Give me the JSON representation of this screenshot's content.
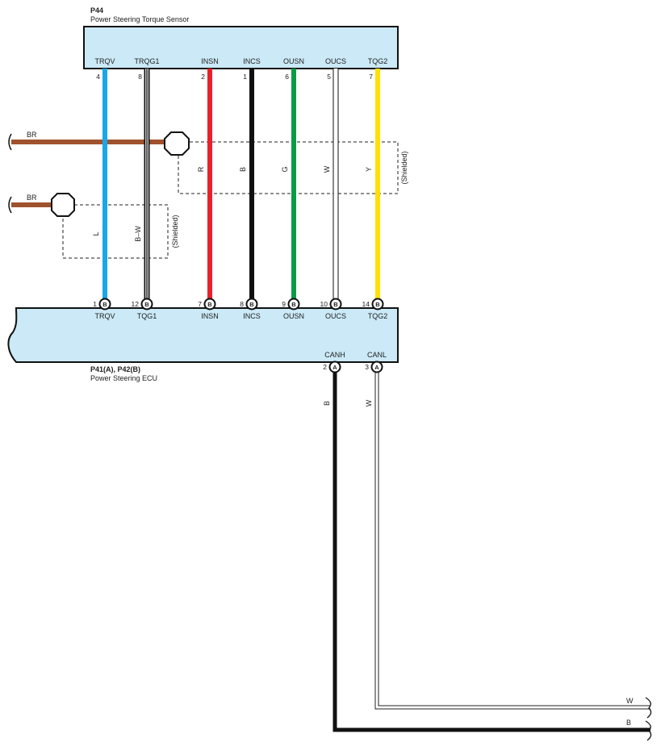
{
  "sensor": {
    "code": "P44",
    "name": "Power Steering Torque Sensor",
    "fill": "#cbe9f6",
    "terminals": [
      {
        "label": "TRQV",
        "pin": "4"
      },
      {
        "label": "TRQG1",
        "pin": "8"
      },
      {
        "label": "INSN",
        "pin": "2"
      },
      {
        "label": "INCS",
        "pin": "1"
      },
      {
        "label": "OUSN",
        "pin": "6"
      },
      {
        "label": "OUCS",
        "pin": "5"
      },
      {
        "label": "TQG2",
        "pin": "7"
      }
    ]
  },
  "ecu": {
    "code": "P41(A), P42(B)",
    "name": "Power Steering ECU",
    "fill": "#cbe9f6",
    "terminals": [
      {
        "label": "TRQV",
        "pin": "1",
        "conn": "B"
      },
      {
        "label": "TQG1",
        "pin": "12",
        "conn": "B"
      },
      {
        "label": "INSN",
        "pin": "7",
        "conn": "B"
      },
      {
        "label": "INCS",
        "pin": "8",
        "conn": "B"
      },
      {
        "label": "OUSN",
        "pin": "9",
        "conn": "B"
      },
      {
        "label": "OUCS",
        "pin": "10",
        "conn": "B"
      },
      {
        "label": "TQG2",
        "pin": "14",
        "conn": "B"
      }
    ],
    "can_terminals": [
      {
        "label": "CANH",
        "pin": "2",
        "conn": "A"
      },
      {
        "label": "CANL",
        "pin": "3",
        "conn": "A"
      }
    ]
  },
  "wires": [
    {
      "code": "L",
      "color": "#1aa7e8"
    },
    {
      "code": "B–W",
      "color": "#111111"
    },
    {
      "code": "R",
      "color": "#e8202a"
    },
    {
      "code": "B",
      "color": "#111111"
    },
    {
      "code": "G",
      "color": "#0a9b47"
    },
    {
      "code": "W",
      "color": "#ffffff"
    },
    {
      "code": "Y",
      "color": "#ffe000"
    }
  ],
  "shields": [
    {
      "wire_code": "BR",
      "label": "(Shielded)",
      "color": "#a0522d"
    },
    {
      "wire_code": "BR",
      "label": "(Shielded)",
      "color": "#a0522d"
    }
  ],
  "can_wires": [
    {
      "code": "B",
      "color": "#111111"
    },
    {
      "code": "W",
      "color": "#ffffff"
    }
  ]
}
